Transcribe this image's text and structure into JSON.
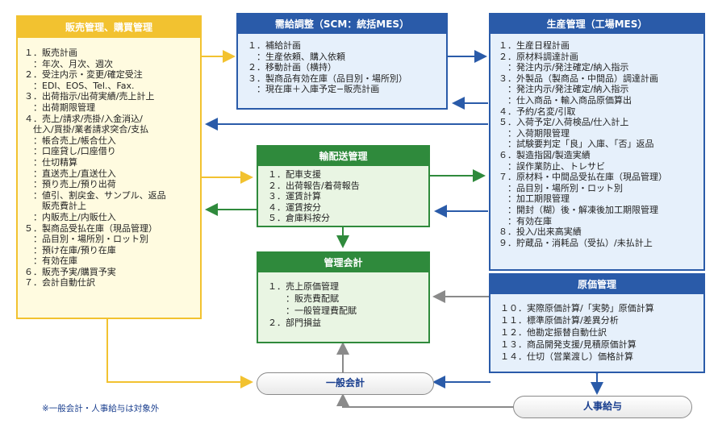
{
  "sales": {
    "title": "販売管理、購買管理",
    "lines": [
      "１．販売計画",
      "　：年次、月次、週次",
      "２．受注内示・変更/確定受注",
      "　：EDI、EOS、Tel.、Fax.",
      "３．出荷指示/出荷実績/売上計上",
      "　：出荷期限管理",
      "４．売上/請求/売掛/入金消込/",
      "　仕入/買掛/業者請求突合/支払",
      "　：帳合売上/帳合仕入",
      "　：口座貸し/口座借り",
      "　：仕切精算",
      "　：直送売上/直送仕入",
      "　：預り売上/預り出荷",
      "　：値引、割戻金、サンプル、返品",
      "　　販売費計上",
      "　：内販売上/内販仕入",
      "５．製商品受払在庫（現品管理）",
      "　：品目別・場所別・ロット別",
      "　：預け在庫/預り在庫",
      "　：有効在庫",
      "６．販売予実/購買予実",
      "７．会計自動仕訳"
    ]
  },
  "scm": {
    "title": "需給調整（SCM：統括MES）",
    "lines": [
      "１．補給計画",
      "　：生産依頼、購入依頼",
      "２．移動計画（横持）",
      "３．製商品有効在庫（品目別・場所別）",
      "　：現在庫＋入庫予定−販売計画"
    ]
  },
  "production": {
    "title": "生産管理（工場MES）",
    "lines": [
      "１．生産日程計画",
      "２．原材料調達計画",
      "　：発注内示/発注確定/納入指示",
      "３．外製品（製商品・中間品）調達計画",
      "　：発注内示/発注確定/納入指示",
      "　：仕入商品・輸入商品原価算出",
      "４．予約/名変/引取",
      "５．入荷予定/入荷検品/仕入計上",
      "　：入荷期限管理",
      "　：試験要判定「良」入庫、「否」返品",
      "６．製造指図/製造実績",
      "　：誤作業防止、トレサビ",
      "７．原材料・中間品受払在庫（現品管理）",
      "　：品目別・場所別・ロット別",
      "　：加工期限管理",
      "　：開封（糊）後・解凍後加工期限管理",
      "　：有効在庫",
      "８．投入/出来高実績",
      "９．貯蔵品・消耗品（受払）/未払計上"
    ]
  },
  "logistics": {
    "title": "輸配送管理",
    "lines": [
      "１．配車支援",
      "２．出荷報告/着荷報告",
      "３．運賃計算",
      "４．運賃按分",
      "５．倉庫料按分"
    ]
  },
  "mgmt_accounting": {
    "title": "管理会計",
    "lines": [
      "１．売上原価管理",
      "　　：販売費配賦",
      "　　：一般管理費配賦",
      "２．部門損益"
    ]
  },
  "cost": {
    "title": "原価管理",
    "lines": [
      "１０．実際原価計算/「実勢」原価計算",
      "１１．標準原価計算/差異分析",
      "１２．他勘定振替自動仕訳",
      "１３．商品開発支援/見積原価計算",
      "１４．仕切（営業渡し）価格計算"
    ]
  },
  "general_accounting": {
    "label": "一般会計"
  },
  "payroll": {
    "label": "人事給与"
  },
  "footnote": "※一般会計・人事給与は対象外",
  "colors": {
    "yellow": "#f2c230",
    "yellow_fill": "#fffbe0",
    "blue": "#2a5ba9",
    "blue_fill": "#e6f0fb",
    "green": "#2f8a3c",
    "green_fill": "#e9f5e3",
    "arrow_gray": "#8a8a8a"
  }
}
